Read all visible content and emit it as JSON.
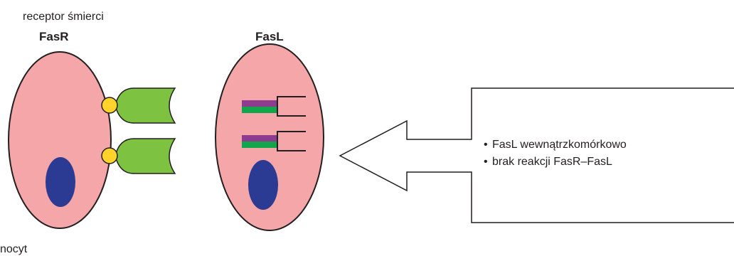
{
  "labels": {
    "death_receptor": "receptor śmierci",
    "fasr": "FasR",
    "fasl": "FasL",
    "left_cell_truncated": "nocyt"
  },
  "info_box": {
    "bullets": [
      "FasL wewnątrzkomórkowo",
      "brak reakcji FasR–FasL"
    ]
  },
  "colors": {
    "cell_fill": "#f4a6a8",
    "nucleus": "#2b3a93",
    "receptor_dot": "#ffd32a",
    "ligand_green": "#7ec242",
    "bar_purple": "#8e3c8f",
    "bar_green": "#13a54b",
    "outline": "#231f20"
  }
}
